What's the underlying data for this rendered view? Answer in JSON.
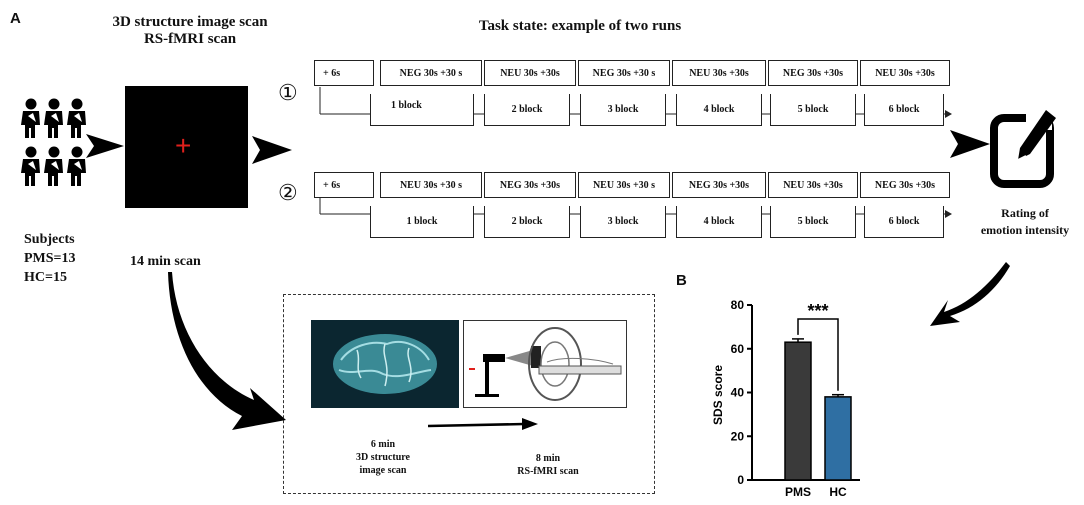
{
  "panels": {
    "a": "A",
    "b": "B"
  },
  "header": {
    "scan_title_line1": "3D structure image scan",
    "scan_title_line2": "RS-fMRI scan",
    "task_title": "Task state: example of two runs"
  },
  "subjects": {
    "label": "Subjects",
    "pms": "PMS=13",
    "hc": "HC=15"
  },
  "scan_duration": "14 min scan",
  "runs": [
    {
      "number": "①",
      "fixation": "+ 6s",
      "conditions": [
        "NEG 30s  +30 s",
        "NEU 30s  +30s",
        "NEG 30s  +30 s",
        "NEU 30s  +30s",
        "NEG 30s  +30s",
        "NEU 30s  +30s"
      ],
      "blocks": [
        "1 block",
        "2 block",
        "3 block",
        "4 block",
        "5 block",
        "6 block"
      ]
    },
    {
      "number": "②",
      "fixation": "+ 6s",
      "conditions": [
        "NEU 30s  +30 s",
        "NEG 30s  +30s",
        "NEU 30s  +30 s",
        "NEG 30s  +30s",
        "NEU 30s  +30s",
        "NEG 30s  +30s"
      ],
      "blocks": [
        "1 block",
        "2 block",
        "3 block",
        "4 block",
        "5 block",
        "6 block"
      ]
    }
  ],
  "rating": {
    "line1": "Rating of",
    "line2": "emotion intensity"
  },
  "scan_sequence": {
    "first_duration": "6 min",
    "first_line1": "3D structure",
    "first_line2": "image scan",
    "second_duration": "8 min",
    "second_name": "RS-fMRI scan"
  },
  "colors": {
    "cross": "#e0201c",
    "pms_bar": "#3a3a3a",
    "hc_bar": "#2f6fa3"
  },
  "chart_data": {
    "type": "bar",
    "categories": [
      "PMS",
      "HC"
    ],
    "values": [
      63,
      38
    ],
    "errors": [
      1.5,
      1.0
    ],
    "colors": [
      "#3a3a3a",
      "#2f6fa3"
    ],
    "ylabel": "SDS  score",
    "ylim": [
      0,
      80
    ],
    "yticks": [
      0,
      20,
      40,
      60,
      80
    ],
    "significance": "***"
  }
}
